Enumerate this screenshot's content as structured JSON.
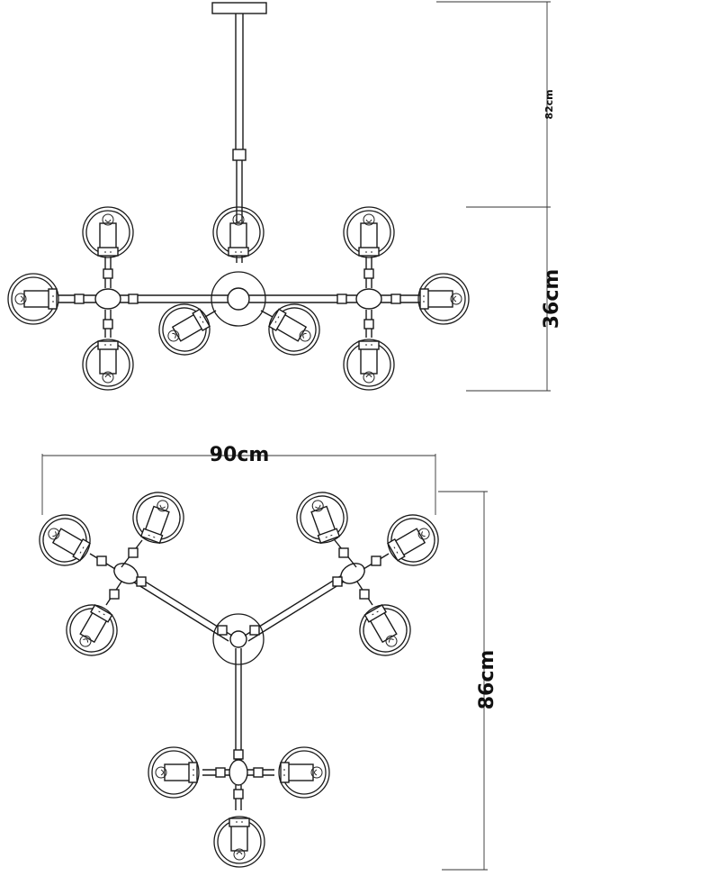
{
  "dimensions": {
    "rod_height": "82cm",
    "fixture_height": "36cm",
    "width": "90cm",
    "depth": "86cm"
  }
}
